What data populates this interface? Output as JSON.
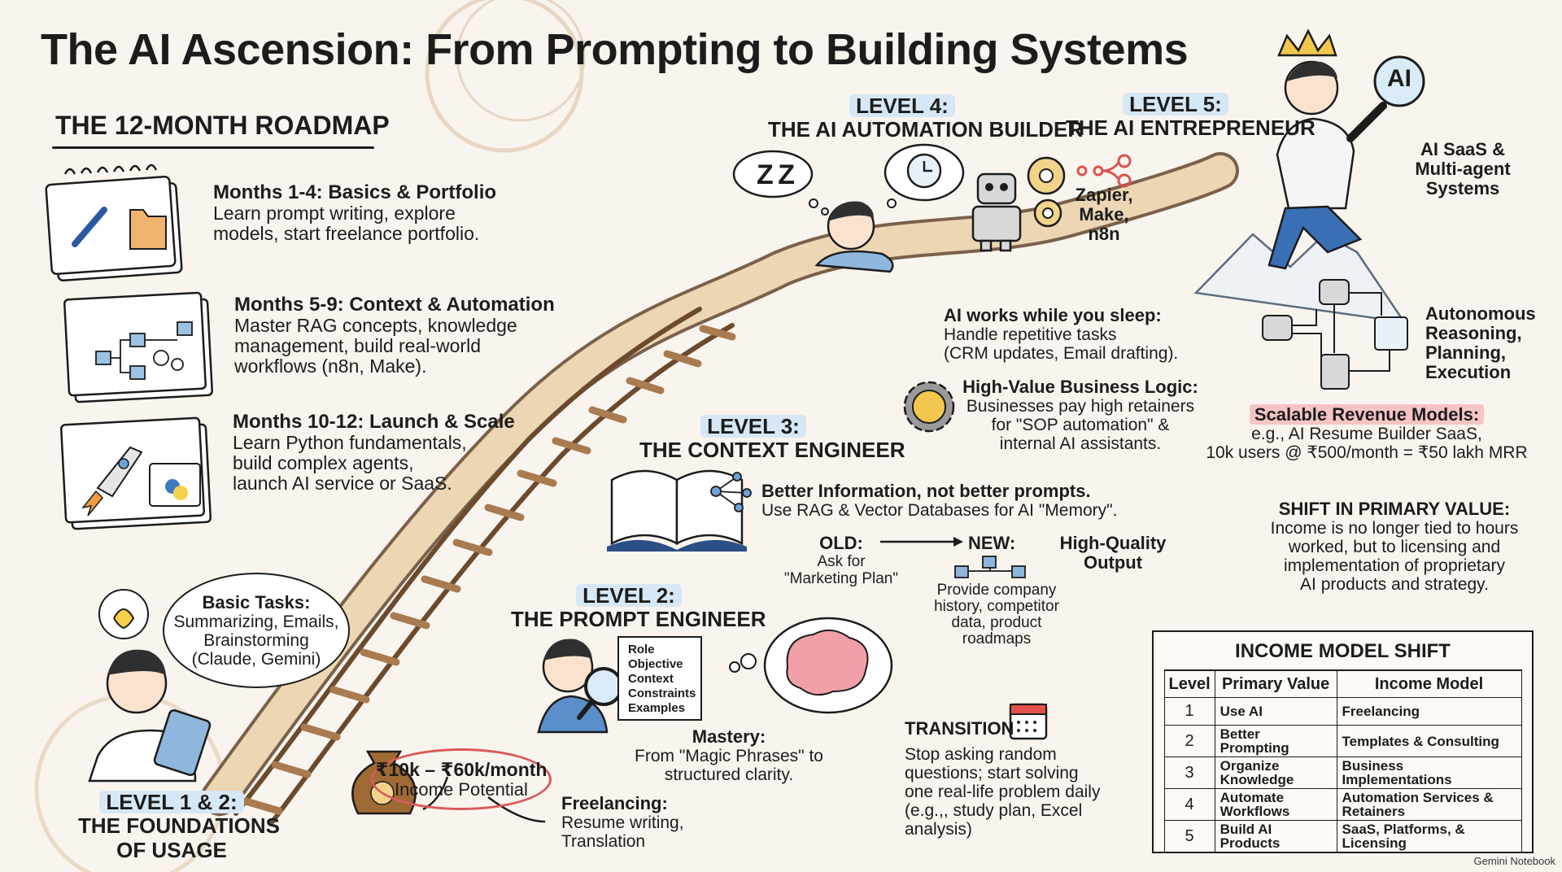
{
  "title": "The AI Ascension: From Prompting to Building Systems",
  "roadmap": {
    "heading": "THE 12-MONTH ROADMAP",
    "phases": [
      {
        "title": "Months 1-4: Basics & Portfolio",
        "lines": [
          "Learn prompt writing, explore",
          "models, start freelance portfolio."
        ]
      },
      {
        "title": "Months 5-9: Context & Automation",
        "lines": [
          "Master RAG concepts, knowledge",
          "management, build real-world",
          "workflows (n8n, Make)."
        ]
      },
      {
        "title": "Months 10-12: Launch & Scale",
        "lines": [
          "Learn Python fundamentals,",
          "build complex agents,",
          "launch AI service or SaaS."
        ]
      }
    ]
  },
  "level1": {
    "label": "LEVEL 1 & 2:",
    "name_lines": [
      "THE FOUNDATIONS",
      "OF USAGE"
    ],
    "bubble_title": "Basic Tasks:",
    "bubble_lines": [
      "Summarizing, Emails,",
      "Brainstorming",
      "(Claude, Gemini)"
    ]
  },
  "level2": {
    "label": "LEVEL 2:",
    "name": "THE PROMPT ENGINEER",
    "checklist": [
      "Role",
      "Objective",
      "Context",
      "Constraints",
      "Examples"
    ],
    "mastery_title": "Mastery:",
    "mastery_lines": [
      "From \"Magic Phrases\" to",
      "structured clarity."
    ],
    "income_range": "₹10k – ₹60k/month",
    "income_label": "Income Potential",
    "freelancing_title": "Freelancing:",
    "freelancing_lines": [
      "Resume writing,",
      "Translation"
    ]
  },
  "level3": {
    "label": "LEVEL 3:",
    "name": "THE CONTEXT ENGINEER",
    "headline": "Better Information, not better prompts.",
    "subline": "Use RAG & Vector Databases for AI \"Memory\".",
    "old_label": "OLD:",
    "old_lines": [
      "Ask for",
      "\"Marketing Plan\""
    ],
    "new_label": "NEW:",
    "new_lines": [
      "Provide company",
      "history, competitor",
      "data, product",
      "roadmaps"
    ],
    "output_lines": [
      "High-Quality",
      "Output"
    ]
  },
  "level4": {
    "label": "LEVEL 4:",
    "name": "THE AI AUTOMATION BUILDER",
    "tools_lines": [
      "Zapier,",
      "Make,",
      "n8n"
    ],
    "sleep_title": "AI works while you sleep:",
    "sleep_lines": [
      "Handle repetitive tasks",
      "(CRM updates, Email drafting)."
    ],
    "logic_title": "High-Value Business Logic:",
    "logic_lines": [
      "Businesses pay high retainers",
      "for \"SOP automation\" &",
      "internal AI assistants."
    ],
    "zz": "Z Z"
  },
  "level5": {
    "label": "LEVEL 5:",
    "name": "THE AI ENTREPRENEUR",
    "ai_badge": "AI",
    "saas_lines": [
      "AI SaaS &",
      "Multi-agent",
      "Systems"
    ],
    "auto_lines": [
      "Autonomous",
      "Reasoning,",
      "Planning,",
      "Execution"
    ],
    "revenue_title": "Scalable Revenue Models:",
    "revenue_lines": [
      "e.g., AI Resume Builder SaaS,",
      "10k users @ ₹500/month = ₹50 lakh MRR"
    ]
  },
  "shift": {
    "title": "SHIFT IN PRIMARY VALUE:",
    "lines": [
      "Income is no longer tied to hours",
      "worked, but to licensing and",
      "implementation of proprietary",
      "AI products and strategy."
    ]
  },
  "transition": {
    "title": "TRANSITION",
    "lines": [
      "Stop asking random",
      "questions; start solving",
      "one real-life problem daily",
      "(e.g.,, study plan, Excel",
      "analysis)"
    ]
  },
  "income_table": {
    "title": "INCOME MODEL SHIFT",
    "headers": [
      "Level",
      "Primary Value",
      "Income Model"
    ],
    "rows": [
      [
        "1",
        "Use AI",
        "Freelancing"
      ],
      [
        "2",
        "Better Prompting",
        "Templates & Consulting"
      ],
      [
        "3",
        "Organize Knowledge",
        "Business Implementations"
      ],
      [
        "4",
        "Automate Workflows",
        "Automation Services & Retainers"
      ],
      [
        "5",
        "Build AI Products",
        "SaaS, Platforms, & Licensing"
      ]
    ]
  },
  "footer": "Gemini Notebook",
  "colors": {
    "level_highlight": "#d6e8f5",
    "income_oval": "#d95a5a",
    "revenue_highlight": "#f6c4c4",
    "path": "#e8cfa8"
  }
}
